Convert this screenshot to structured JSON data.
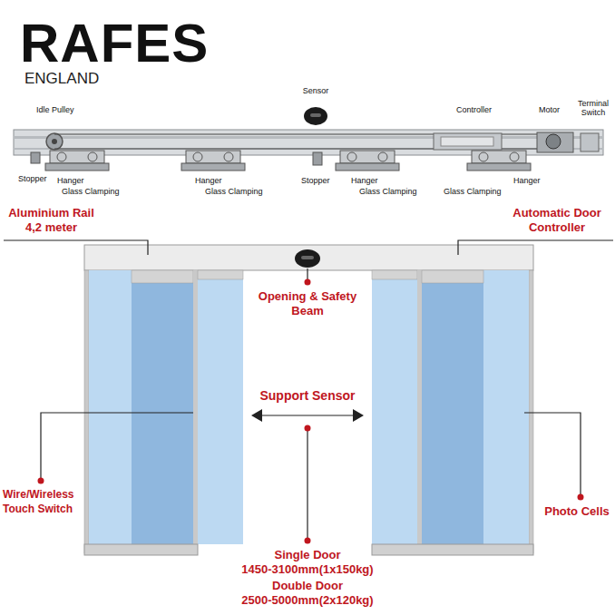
{
  "diagram": {
    "labels": [
      "RAFES",
      "ENGLAND",
      "Sensor",
      "Idle Pulley",
      "Controller",
      "Motor",
      "Terminal Switch",
      "Stopper",
      "Hanger",
      "Glass Clamping",
      "Hanger",
      "Glass Clamping",
      "Stopper",
      "Hanger",
      "Glass Clamping",
      "Glass Clamping",
      "Hanger",
      "Aluminium Rail 4,2 meter",
      "Automatic Door Controller",
      "Opening & Safety Beam",
      "Support Sensor",
      "Wire/Wireless Touch Switch",
      "Photo Cells",
      "Single Door",
      "1450-3100mm(1x150kg)",
      "Double Door",
      "2500-5000mm(2x120kg)"
    ]
  }
}
